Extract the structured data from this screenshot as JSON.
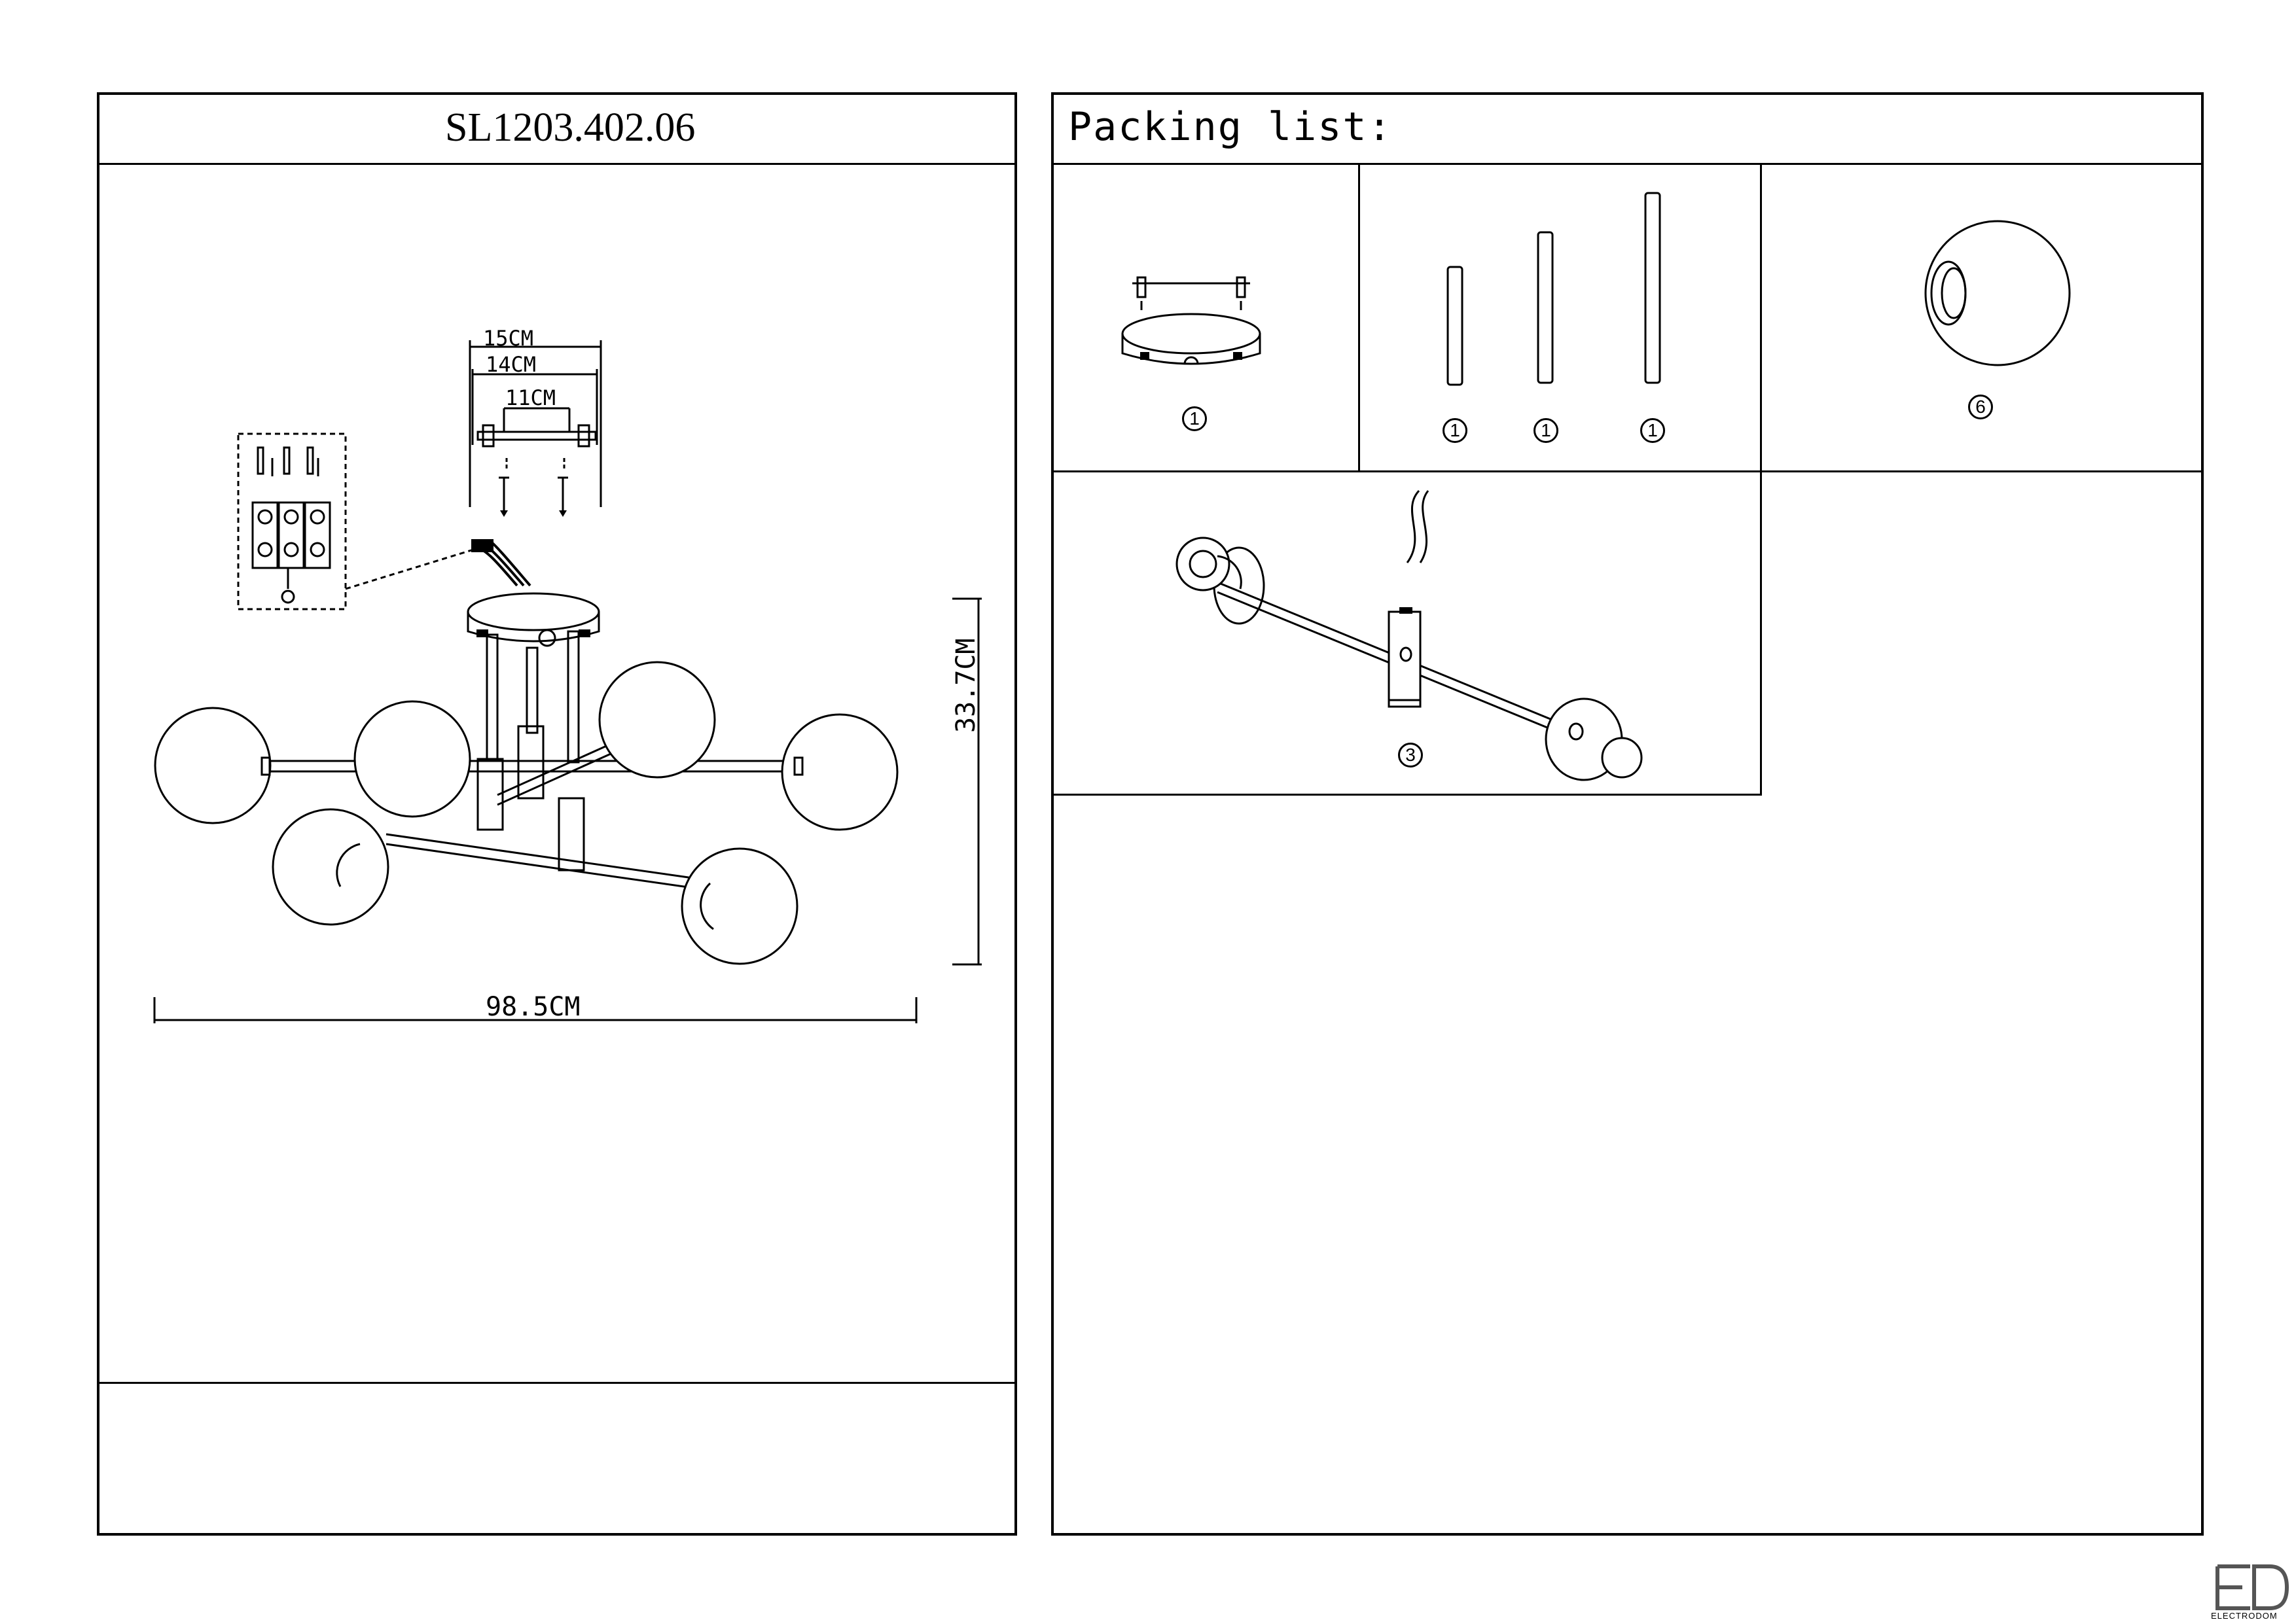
{
  "left_panel": {
    "model_title": "SL1203.402.06",
    "dimensions": {
      "canopy_outer": "15CM",
      "canopy_mid": "14CM",
      "canopy_inner": "11CM",
      "height": "33.7CM",
      "width": "98.5CM"
    }
  },
  "right_panel": {
    "title": "Packing list:",
    "items": [
      {
        "name": "canopy",
        "qty": "1"
      },
      {
        "name": "rod-short",
        "qty": "1"
      },
      {
        "name": "rod-medium",
        "qty": "1"
      },
      {
        "name": "rod-long",
        "qty": "1"
      },
      {
        "name": "glass-shade",
        "qty": "6"
      },
      {
        "name": "arm-assembly",
        "qty": "3"
      }
    ]
  },
  "brand": {
    "logo_text": "ELECTRODOM"
  }
}
